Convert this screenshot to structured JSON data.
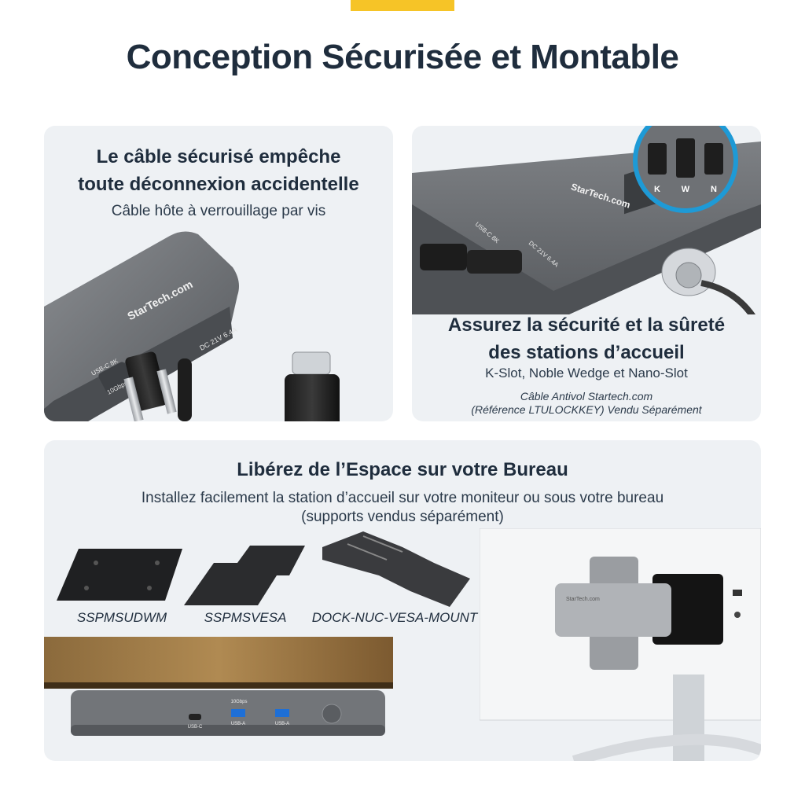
{
  "colors": {
    "accent": "#f6c427",
    "panel": "#eef1f4",
    "title": "#1f2d3d",
    "highlight": "#1e9ad6"
  },
  "page": {
    "title": "Conception Sécurisée et Montable"
  },
  "cable_panel": {
    "heading_line1": "Le câble sécurisé empêche",
    "heading_line2": "toute déconnexion accidentelle",
    "subheading": "Câble hôte à verrouillage par vis",
    "device_brand": "StarTech.com",
    "port_usbc": "USB-C 8K",
    "port_speed": "10Gbps",
    "port_power": "DC 21V 6.4A"
  },
  "security_panel": {
    "slot_labels": [
      "K",
      "W",
      "N"
    ],
    "heading_line1": "Assurez la sécurité et la sûreté",
    "heading_line2": "des stations d’accueil",
    "subheading": "K-Slot, Noble Wedge et Nano-Slot",
    "note_line1": "Câble Antivol Startech.com",
    "note_line2": "(Référence LTULOCKKEY) Vendu Séparément",
    "device_brand": "StarTech.com",
    "port_power": "DC 21V 6.4A",
    "port_usbc": "USB-C 8K"
  },
  "mount_panel": {
    "heading": "Libérez de l’Espace sur votre Bureau",
    "subheading_line1": "Installez facilement la station d’accueil sur votre moniteur ou sous votre bureau",
    "subheading_line2": "(supports vendus séparément)",
    "plates": [
      "SSPMSUDWM",
      "SSPMSVESA",
      "DOCK-NUC-VESA-MOUNT"
    ],
    "dock_speed": "10Gbps",
    "dock_ports": [
      "USB-C",
      "USB-A",
      "USB-A"
    ],
    "monitor_dock_brand": "StarTech.com"
  }
}
